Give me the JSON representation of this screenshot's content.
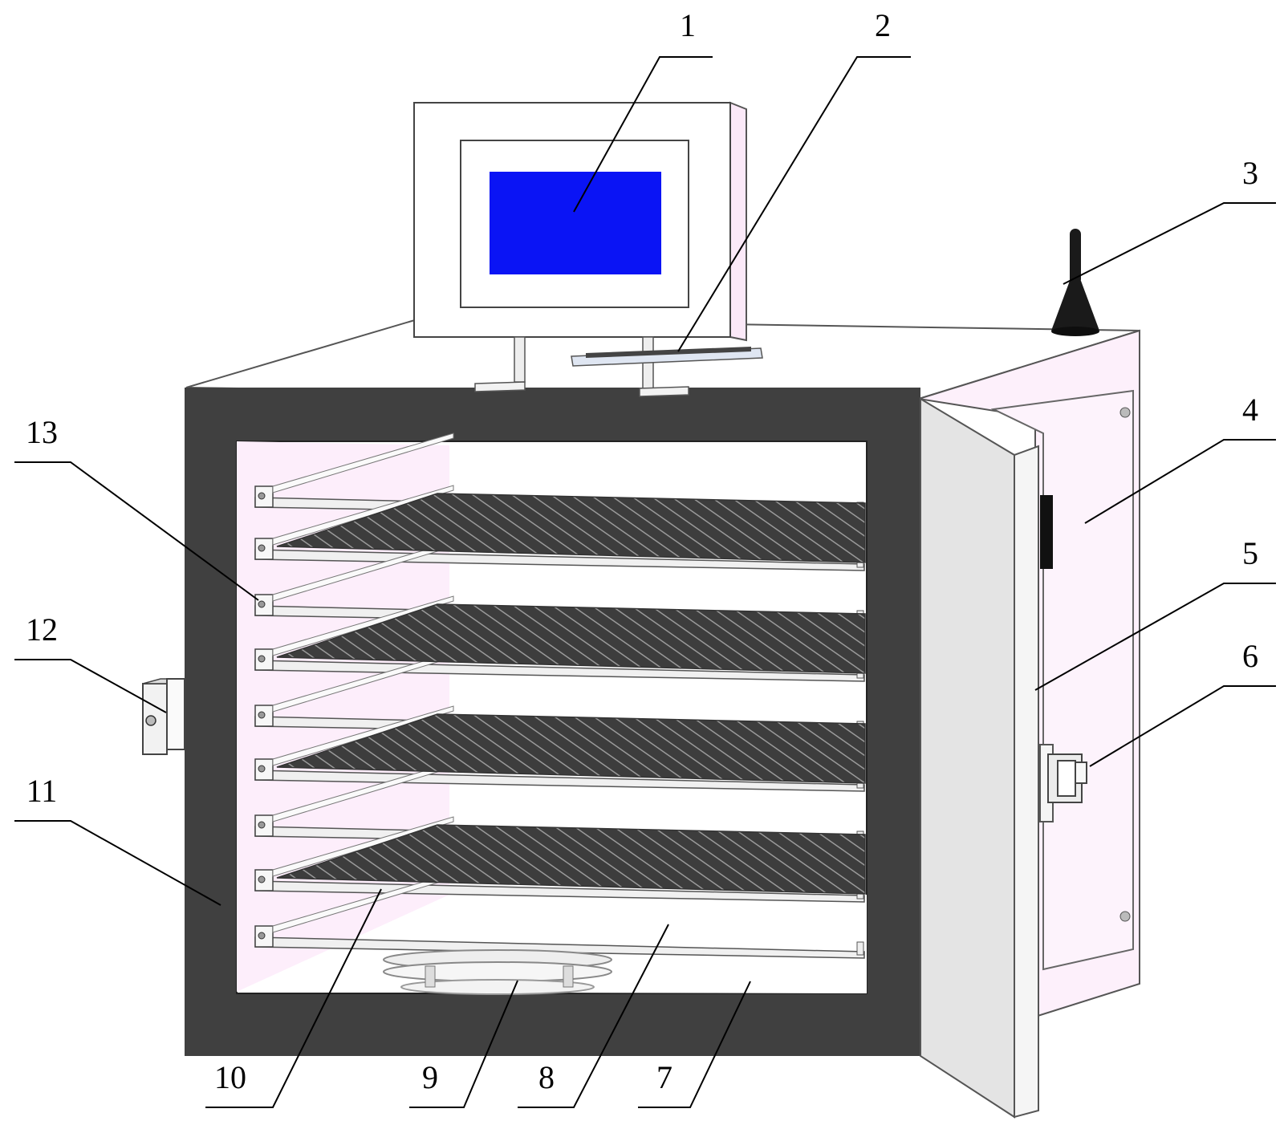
{
  "callouts": [
    {
      "id": "1",
      "label": "1"
    },
    {
      "id": "2",
      "label": "2"
    },
    {
      "id": "3",
      "label": "3"
    },
    {
      "id": "4",
      "label": "4"
    },
    {
      "id": "5",
      "label": "5"
    },
    {
      "id": "6",
      "label": "6"
    },
    {
      "id": "7",
      "label": "7"
    },
    {
      "id": "8",
      "label": "8"
    },
    {
      "id": "9",
      "label": "9"
    },
    {
      "id": "10",
      "label": "10"
    },
    {
      "id": "11",
      "label": "11"
    },
    {
      "id": "12",
      "label": "12"
    },
    {
      "id": "13",
      "label": "13"
    }
  ],
  "colors": {
    "frame": "#404040",
    "cabinet_tint": "#fdf0fb",
    "screen": "#0a14f5",
    "antenna": "#1a1a1a",
    "door": "#e6e6e6",
    "mesh": "#4a4a4a"
  }
}
